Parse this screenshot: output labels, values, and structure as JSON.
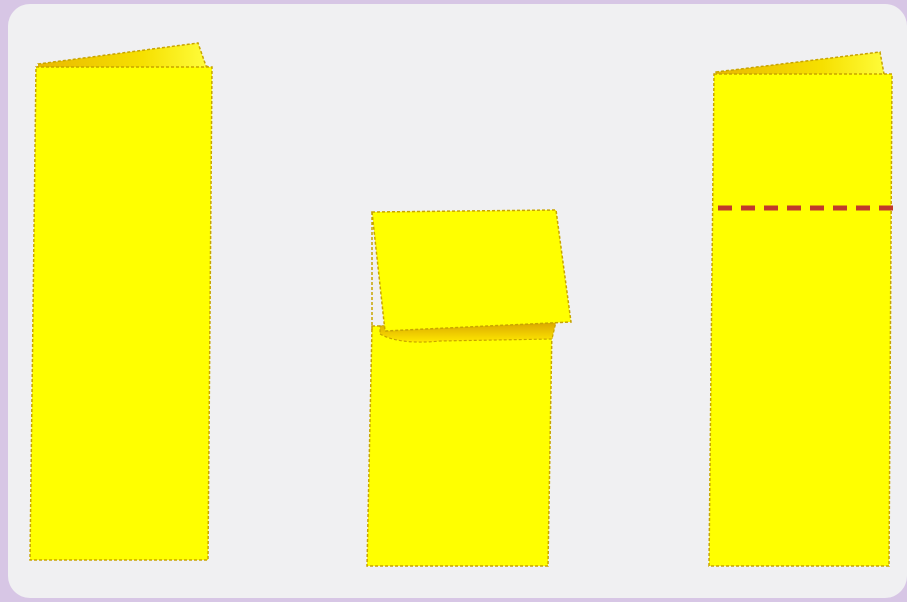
{
  "diagram": {
    "steps": [
      {
        "id": "step-1-folded-strip"
      },
      {
        "id": "step-2-strip-folded-again"
      },
      {
        "id": "step-3-unfolded-with-cut-line"
      }
    ]
  },
  "colors": {
    "paper": "#ffff00",
    "paper_fold_shadow": "#e6cc00",
    "paper_edge": "#c8a400",
    "cut_line": "#c0392b",
    "background": "#f0f0f2",
    "frame": "#d7c6e5"
  }
}
